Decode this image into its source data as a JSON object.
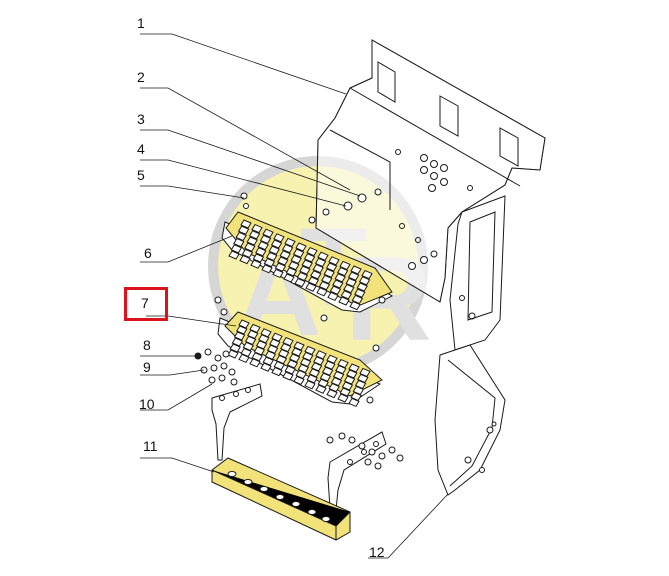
{
  "diagram": {
    "callouts": [
      "1",
      "2",
      "3",
      "4",
      "5",
      "6",
      "7",
      "8",
      "9",
      "10",
      "11",
      "12"
    ],
    "highlighted_callout": "7",
    "watermark": {
      "letters": "ATR",
      "circle_fill": "#f7f2b0",
      "ring_color": "#d8d8d8",
      "letter_color": "#e2e2e2"
    },
    "colors": {
      "line": "#1a1a1a",
      "tread_fill": "#f1e27a",
      "highlight": "#d9151b"
    }
  }
}
